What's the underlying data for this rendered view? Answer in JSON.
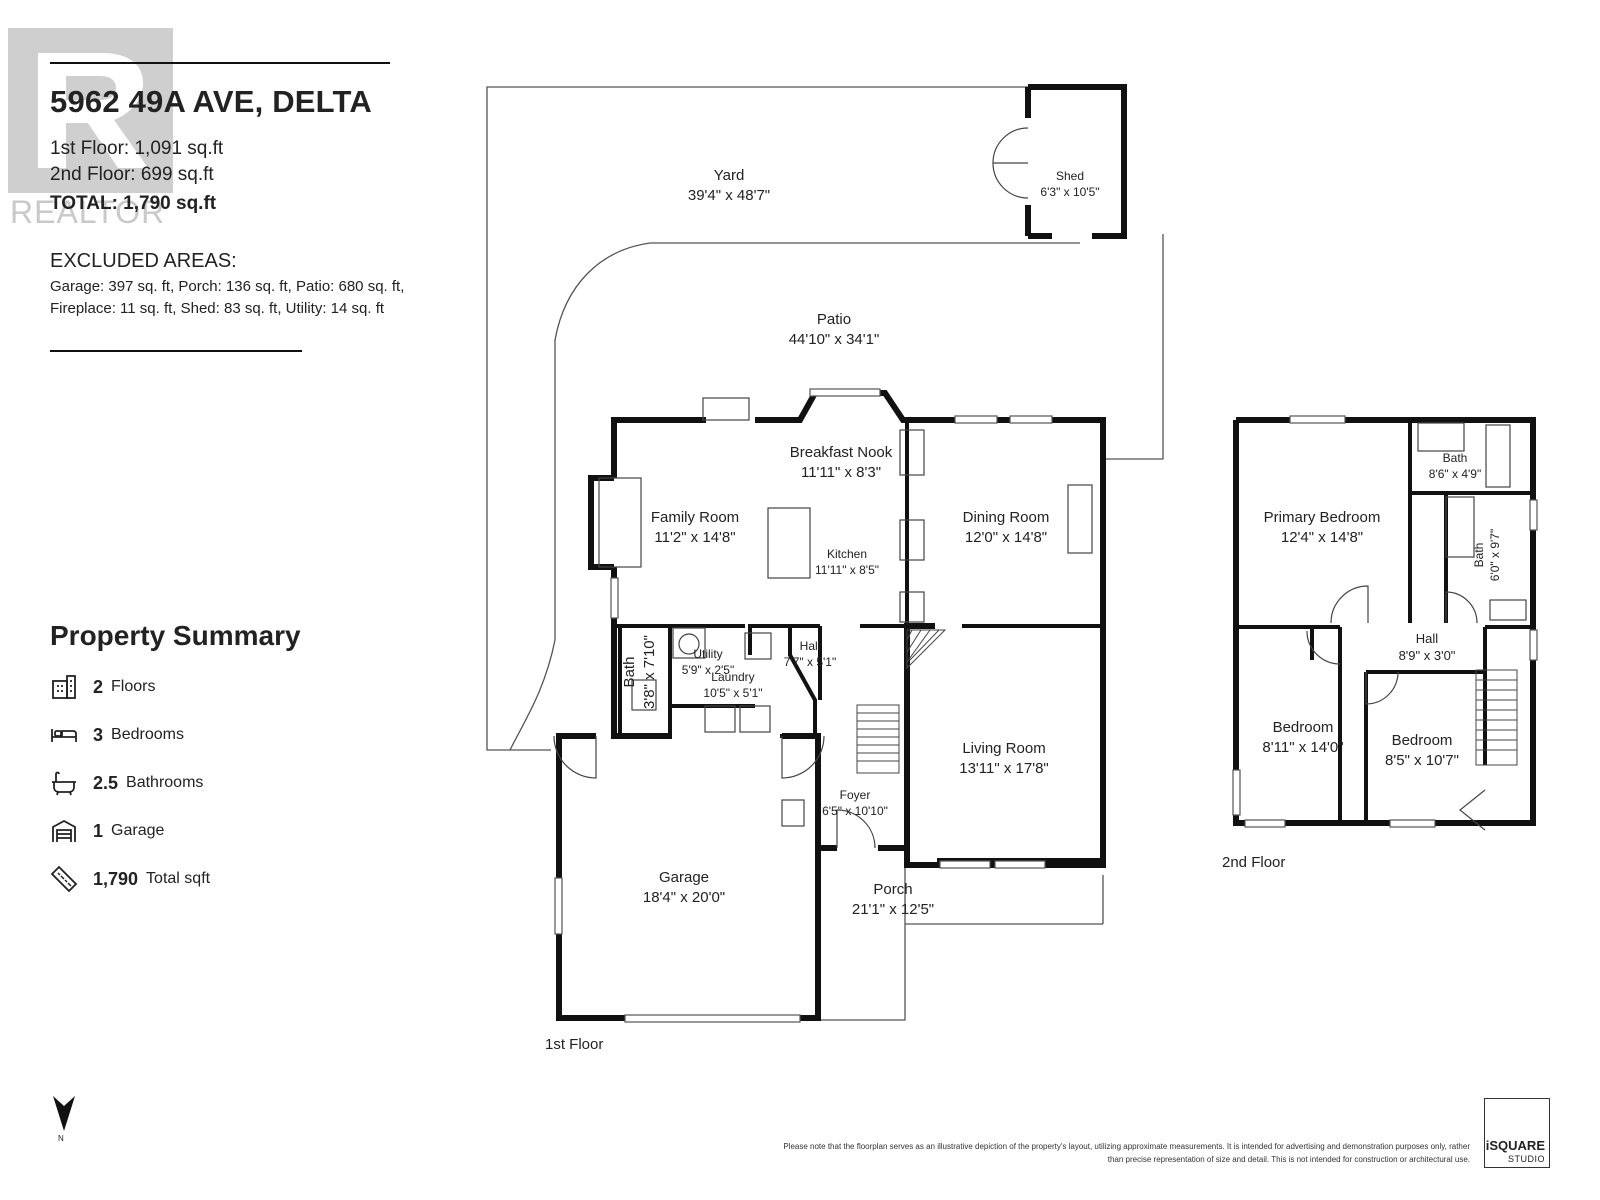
{
  "header": {
    "address": "5962 49A AVE, DELTA",
    "first_floor_area": "1st Floor: 1,091 sq.ft",
    "second_floor_area": "2nd Floor: 699 sq.ft",
    "total_area": "TOTAL: 1,790 sq.ft"
  },
  "watermark": {
    "text": "REALTOR",
    "color": "#c8c8c8"
  },
  "excluded": {
    "title": "EXCLUDED AREAS:",
    "line1": "Garage: 397 sq. ft, Porch: 136 sq. ft, Patio: 680 sq. ft,",
    "line2": "Fireplace: 11 sq. ft, Shed: 83 sq. ft, Utility: 14 sq. ft"
  },
  "summary": {
    "title": "Property Summary",
    "items": [
      {
        "icon": "building-icon",
        "value": "2",
        "label": "Floors"
      },
      {
        "icon": "bed-icon",
        "value": "3",
        "label": "Bedrooms"
      },
      {
        "icon": "bathtub-icon",
        "value": "2.5",
        "label": "Bathrooms"
      },
      {
        "icon": "garage-icon",
        "value": "1",
        "label": "Garage"
      },
      {
        "icon": "ruler-icon",
        "value": "1,790",
        "label": "Total sqft"
      }
    ]
  },
  "floor1": {
    "label": "1st Floor",
    "rooms": {
      "yard": {
        "name": "Yard",
        "dims": "39'4\" x 48'7\""
      },
      "shed": {
        "name": "Shed",
        "dims": "6'3\" x 10'5\""
      },
      "patio": {
        "name": "Patio",
        "dims": "44'10\" x 34'1\""
      },
      "breakfast": {
        "name": "Breakfast Nook",
        "dims": "11'11\" x 8'3\""
      },
      "family": {
        "name": "Family Room",
        "dims": "11'2\" x 14'8\""
      },
      "kitchen": {
        "name": "Kitchen",
        "dims": "11'11\" x 8'5\""
      },
      "dining": {
        "name": "Dining Room",
        "dims": "12'0\" x 14'8\""
      },
      "bath": {
        "name": "Bath",
        "dims": "3'8\" x 7'10\""
      },
      "utility": {
        "name": "Utility",
        "dims": "5'9\" x 2'5\""
      },
      "laundry": {
        "name": "Laundry",
        "dims": "10'5\" x 5'1\""
      },
      "hall": {
        "name": "Hall",
        "dims": "7'7\" x 5'1\""
      },
      "living": {
        "name": "Living Room",
        "dims": "13'11\" x 17'8\""
      },
      "foyer": {
        "name": "Foyer",
        "dims": "6'5\" x 10'10\""
      },
      "garage": {
        "name": "Garage",
        "dims": "18'4\" x 20'0\""
      },
      "porch": {
        "name": "Porch",
        "dims": "21'1\" x 12'5\""
      }
    }
  },
  "floor2": {
    "label": "2nd Floor",
    "rooms": {
      "primary": {
        "name": "Primary Bedroom",
        "dims": "12'4\" x 14'8\""
      },
      "bath1": {
        "name": "Bath",
        "dims": "8'6\" x 4'9\""
      },
      "bath2": {
        "name": "Bath",
        "dims": "6'0\" x 9'7\""
      },
      "hall": {
        "name": "Hall",
        "dims": "8'9\" x 3'0\""
      },
      "bedroom1": {
        "name": "Bedroom",
        "dims": "8'11\" x 14'0\""
      },
      "bedroom2": {
        "name": "Bedroom",
        "dims": "8'5\" x 10'7\""
      }
    }
  },
  "north_label": "N",
  "disclaimer": "Please note that the floorplan serves as an illustrative depiction of the property's layout, utilizing approximate measurements. It is intended for advertising and demonstration purposes only, rather than precise representation of size and detail. This is not intended for construction or architectural use.",
  "brand": {
    "line1": "iSQUARE",
    "line2": "STUDIO"
  }
}
